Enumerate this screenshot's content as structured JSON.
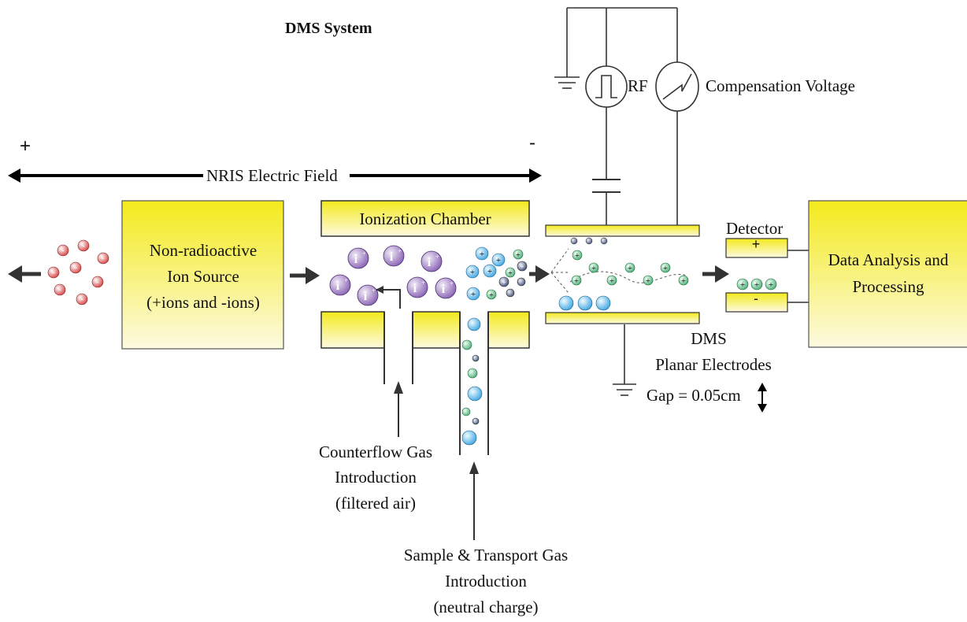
{
  "title": "DMS System",
  "polarity": {
    "left": "+",
    "right": "-"
  },
  "field_label": "NRIS Electric Field",
  "ion_source": {
    "line1": "Non-radioactive",
    "line2": "Ion Source",
    "line3": "(+ions and -ions)"
  },
  "ionization_chamber": "Ionization Chamber",
  "rf_label": "RF",
  "compensation_label": "Compensation Voltage",
  "detector_label": "Detector",
  "detector_plus": "+",
  "detector_minus": "-",
  "data_box": {
    "line1": "Data Analysis and",
    "line2": "Processing"
  },
  "dms_label": {
    "line1": "DMS",
    "line2": "Planar Electrodes"
  },
  "gap_label": "Gap = 0.05cm",
  "counterflow": {
    "line1": "Counterflow Gas",
    "line2": "Introduction",
    "line3": "(filtered air)"
  },
  "sample": {
    "line1": "Sample & Transport Gas",
    "line2": "Introduction",
    "line3": "(neutral charge)"
  },
  "ion_glyphs": {
    "negative": "-",
    "positive": "+",
    "product": "i"
  },
  "colors": {
    "box_yellow": "#f3ea1c",
    "box_light": "#fdfae0",
    "neg_ion": "#d64545",
    "product_ion": "#8a64b4",
    "blue_ion": "#3ea7e3",
    "green_ion": "#4fb07a",
    "dark_ion": "#46527a"
  }
}
